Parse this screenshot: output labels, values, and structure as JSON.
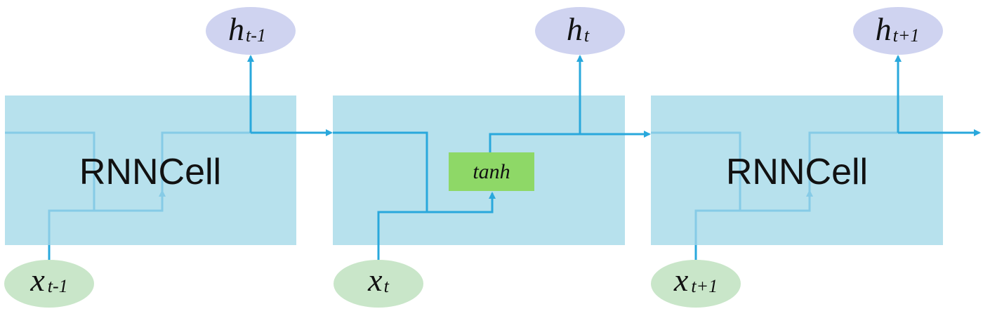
{
  "cells": [
    {
      "label": "RNNCell"
    },
    {
      "label": ""
    },
    {
      "label": "RNNCell"
    }
  ],
  "activation": {
    "label": "tanh"
  },
  "outputs": [
    {
      "symbol": "h",
      "subscript": "t-1"
    },
    {
      "symbol": "h",
      "subscript": "t"
    },
    {
      "symbol": "h",
      "subscript": "t+1"
    }
  ],
  "inputs": [
    {
      "symbol": "x",
      "subscript": "t-1"
    },
    {
      "symbol": "x",
      "subscript": "t"
    },
    {
      "symbol": "x",
      "subscript": "t+1"
    }
  ],
  "colors": {
    "cell_fill": "#b7e1ed",
    "wire": "#29a8dc",
    "output_node": "#cfd3f0",
    "input_node": "#c9e6c9",
    "activation_box": "#8ed867"
  }
}
